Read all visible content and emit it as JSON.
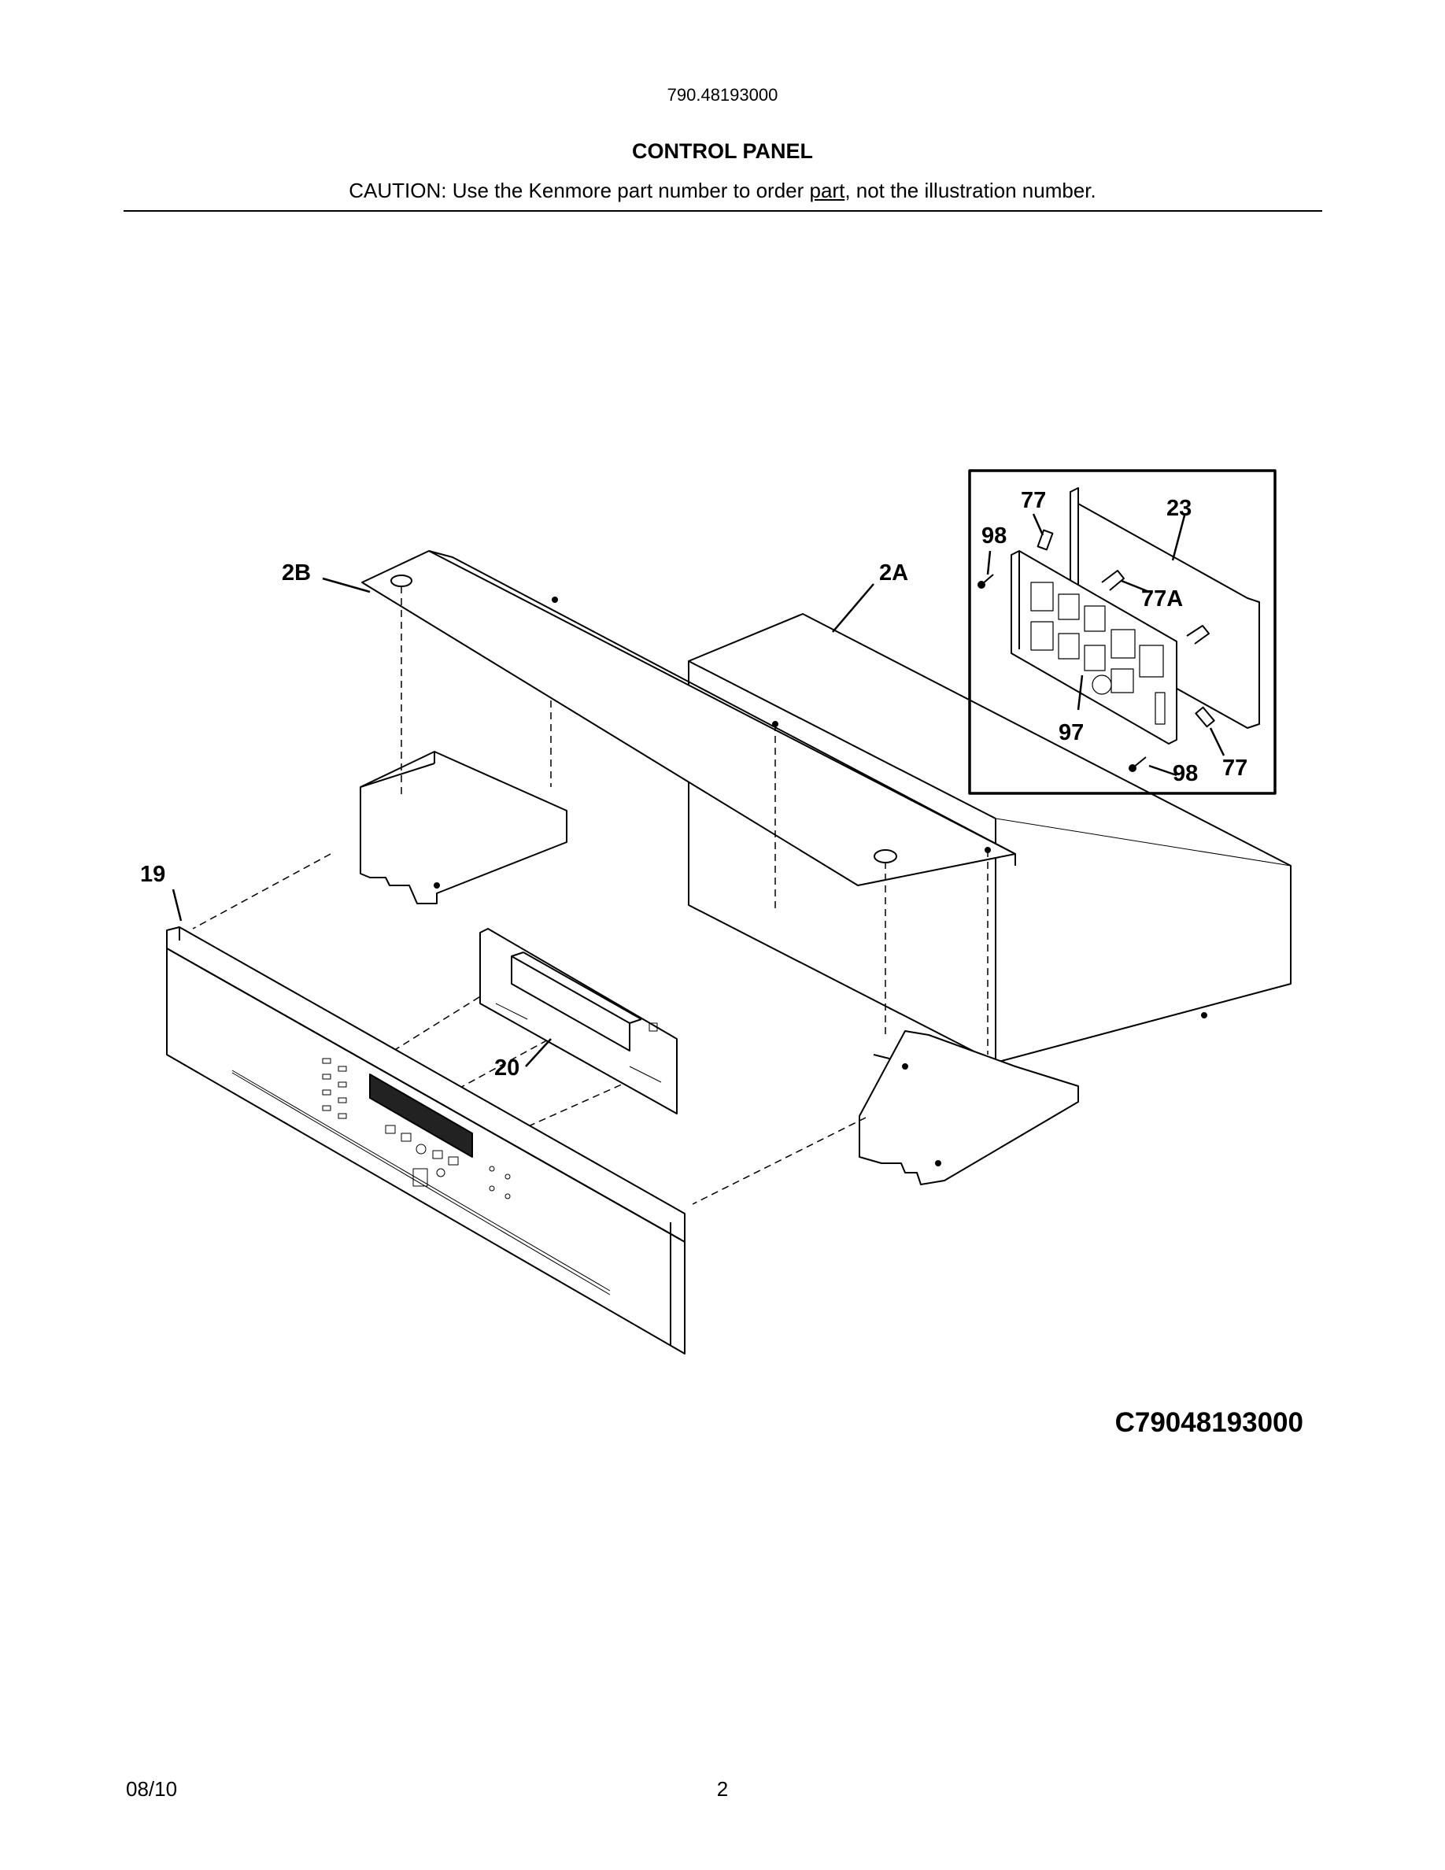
{
  "header": {
    "model_number": "790.48193000",
    "section_title": "CONTROL PANEL",
    "caution_before": "CAUTION: Use the Kenmore part number to order ",
    "caution_underlined": "part",
    "caution_after": ", not the illustration number."
  },
  "callouts": {
    "c2b": "2B",
    "c2a": "2A",
    "c19": "19",
    "c20": "20",
    "c77_top": "77",
    "c23": "23",
    "c98_top": "98",
    "c77a": "77A",
    "c97": "97",
    "c98_bottom": "98",
    "c77_bottom": "77"
  },
  "figure_code": "C79048193000",
  "footer": {
    "date": "08/10",
    "page_number": "2"
  }
}
